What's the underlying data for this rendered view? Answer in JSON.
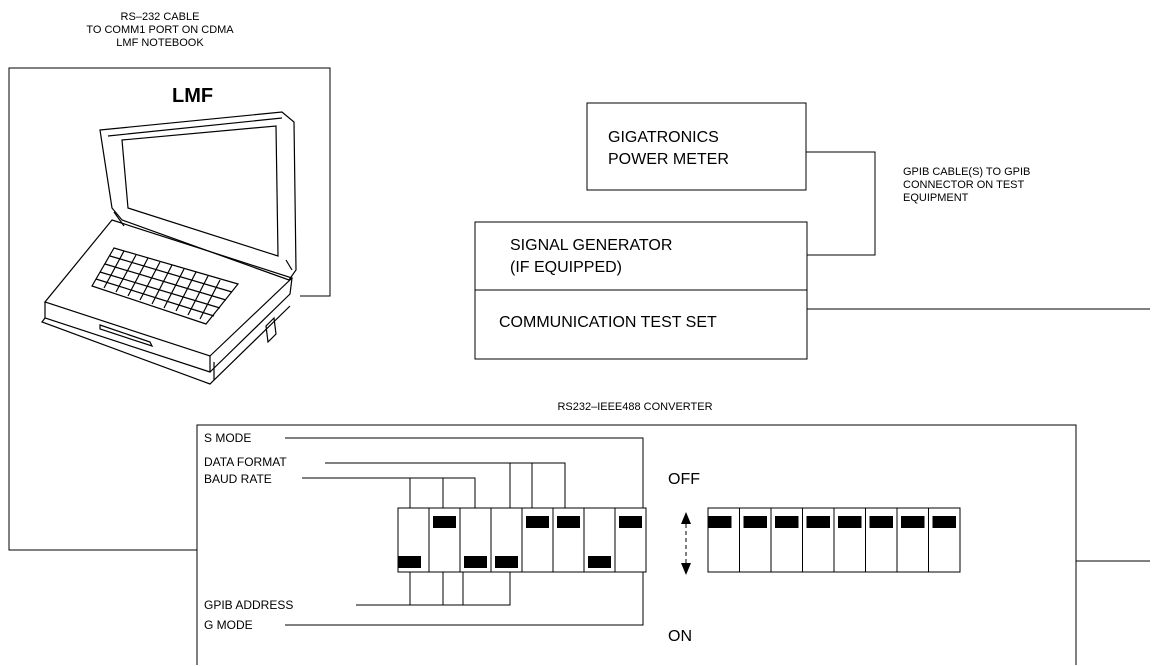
{
  "labels": {
    "rs232_cable_line1": "RS–232 CABLE",
    "rs232_cable_line2": "TO COMM1 PORT ON CDMA",
    "rs232_cable_line3": "LMF NOTEBOOK",
    "lmf": "LMF",
    "power_meter_line1": "GIGATRONICS",
    "power_meter_line2": "POWER METER",
    "gpib_cable_line1": "GPIB CABLE(S) TO GPIB",
    "gpib_cable_line2": "CONNECTOR ON TEST",
    "gpib_cable_line3": "EQUIPMENT",
    "signal_gen_line1": "SIGNAL GENERATOR",
    "signal_gen_line2": "(IF EQUIPPED)",
    "comm_test_set": "COMMUNICATION TEST SET",
    "converter_title": "RS232–IEEE488 CONVERTER",
    "s_mode": "S MODE",
    "data_format": "DATA FORMAT",
    "baud_rate": "BAUD RATE",
    "gpib_address": "GPIB ADDRESS",
    "g_mode": "G MODE",
    "off": "OFF",
    "on": "ON"
  },
  "switch_bank_left": {
    "positions": [
      "on",
      "off",
      "on",
      "on",
      "off",
      "off",
      "on",
      "off"
    ]
  },
  "switch_bank_right": {
    "positions": [
      "off",
      "off",
      "off",
      "off",
      "off",
      "off",
      "off",
      "off"
    ]
  }
}
